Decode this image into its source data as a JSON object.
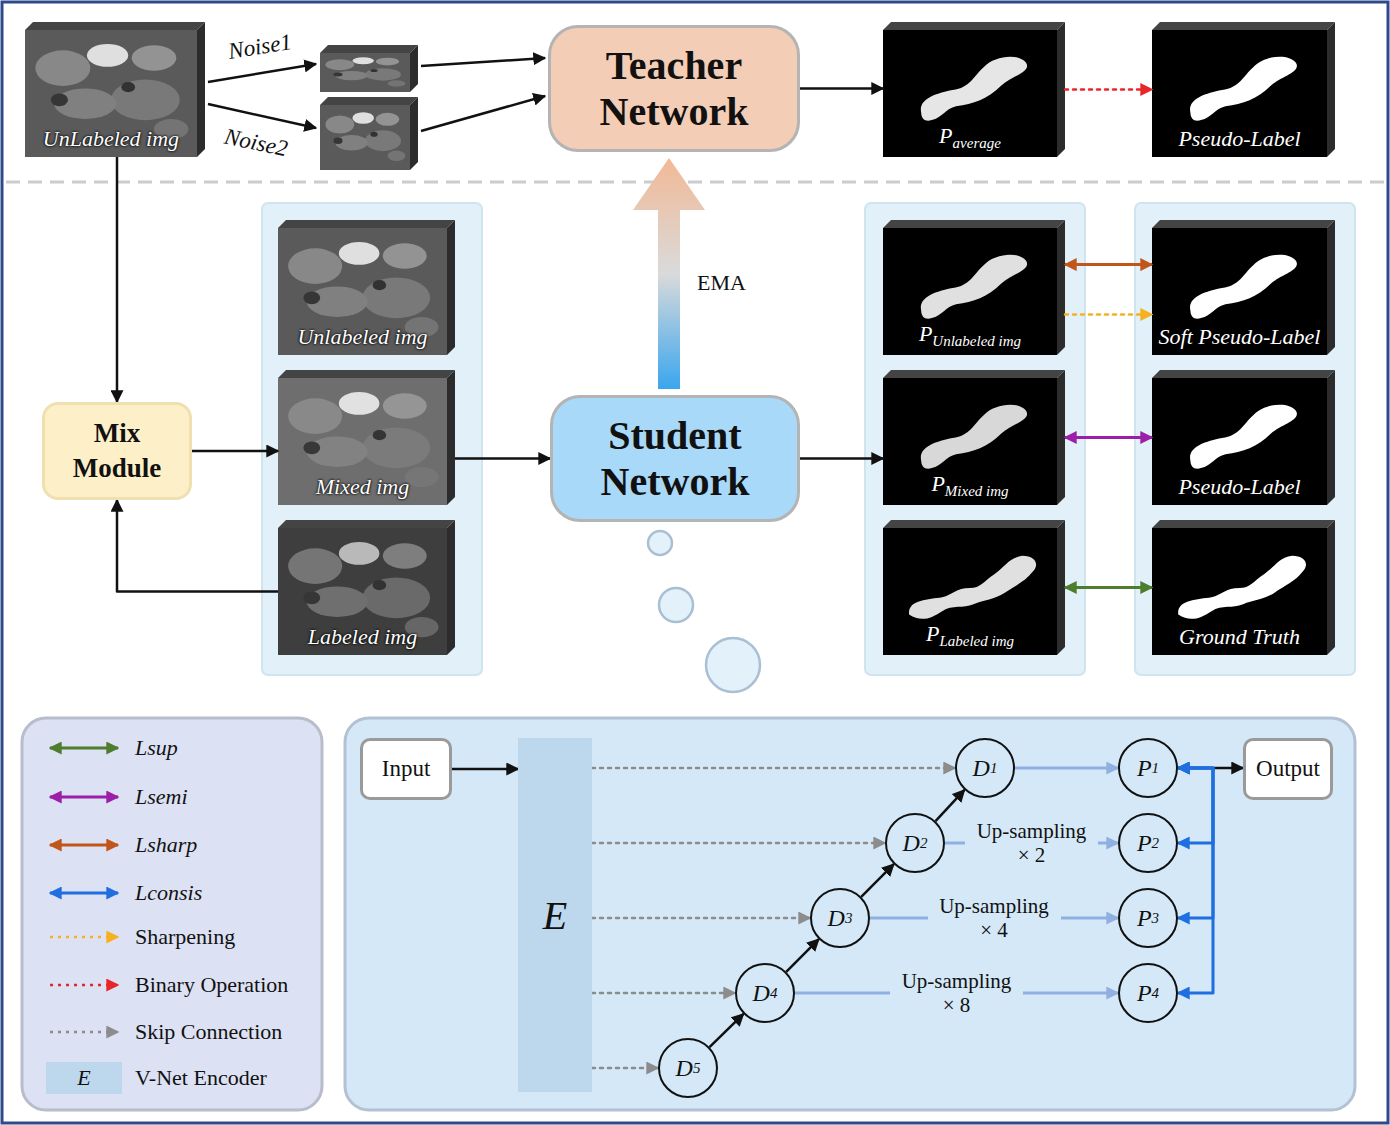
{
  "diagram": {
    "nodes": [
      {
        "text": [
          "UnLabeled img"
        ]
      },
      {
        "text": [
          "Teacher Network"
        ]
      },
      {
        "text": [
          "P",
          "average"
        ]
      },
      {
        "text": [
          "Pseudo-Label"
        ]
      },
      {
        "text": [
          "Mix Module"
        ]
      },
      {
        "text": [
          "Unlabeled img"
        ]
      },
      {
        "text": [
          "Mixed img"
        ]
      },
      {
        "text": [
          "Labeled img"
        ]
      },
      {
        "text": [
          "Student Network"
        ]
      },
      {
        "text": [
          "P",
          "Unlabeled img"
        ]
      },
      {
        "text": [
          "P",
          "Mixed img"
        ]
      },
      {
        "text": [
          "P",
          "Labeled img"
        ]
      },
      {
        "text": [
          "Soft Pseudo-Label"
        ]
      },
      {
        "text": [
          "Pseudo-Label"
        ]
      },
      {
        "text": [
          "Ground Truth"
        ]
      },
      {
        "text": [
          "Input"
        ]
      },
      {
        "text": [
          "E"
        ]
      },
      {
        "text": [
          "D",
          "1"
        ]
      },
      {
        "text": [
          "D",
          "2"
        ]
      },
      {
        "text": [
          "D",
          "3"
        ]
      },
      {
        "text": [
          "D",
          "4"
        ]
      },
      {
        "text": [
          "D",
          "5"
        ]
      },
      {
        "text": [
          "P",
          "1"
        ]
      },
      {
        "text": [
          "P",
          "2"
        ]
      },
      {
        "text": [
          "P",
          "3"
        ]
      },
      {
        "text": [
          "P",
          "4"
        ]
      },
      {
        "text": [
          "Output"
        ]
      }
    ],
    "edges": [
      {
        "from": 0,
        "to": 4,
        "arrow": "to"
      },
      {
        "from": 1,
        "to": 2,
        "arrow": "to"
      },
      {
        "from": 2,
        "to": 3,
        "arrow": "to"
      },
      {
        "from": 7,
        "to": 4,
        "arrow": "to"
      },
      {
        "from": 4,
        "to": 6,
        "arrow": "to"
      },
      {
        "from": 6,
        "to": 8,
        "arrow": "to"
      },
      {
        "from": 8,
        "to": 1,
        "label": "EMA",
        "arrow": "to"
      },
      {
        "from": 8,
        "to": 10,
        "arrow": "to"
      },
      {
        "from": 9,
        "to": 12,
        "arrow": "both"
      },
      {
        "from": 9,
        "to": 12,
        "arrow": "to"
      },
      {
        "from": 10,
        "to": 13,
        "arrow": "both"
      },
      {
        "from": 11,
        "to": 14,
        "arrow": "both"
      },
      {
        "from": 15,
        "to": 16,
        "arrow": "to"
      },
      {
        "from": 16,
        "to": 17,
        "arrow": "to"
      },
      {
        "from": 16,
        "to": 18,
        "arrow": "to"
      },
      {
        "from": 16,
        "to": 19,
        "arrow": "to"
      },
      {
        "from": 16,
        "to": 20,
        "arrow": "to"
      },
      {
        "from": 16,
        "to": 21,
        "arrow": "to"
      },
      {
        "from": 21,
        "to": 20,
        "arrow": "to"
      },
      {
        "from": 20,
        "to": 19,
        "arrow": "to"
      },
      {
        "from": 19,
        "to": 18,
        "arrow": "to"
      },
      {
        "from": 18,
        "to": 17,
        "arrow": "to"
      },
      {
        "from": 17,
        "to": 22,
        "arrow": "to"
      },
      {
        "from": 18,
        "to": 23,
        "label": "Up-sampling × 2",
        "arrow": "to"
      },
      {
        "from": 19,
        "to": 24,
        "label": "Up-sampling × 4",
        "arrow": "to"
      },
      {
        "from": 20,
        "to": 25,
        "label": "Up-sampling × 8",
        "arrow": "to"
      },
      {
        "from": 22,
        "to": 26,
        "arrow": "to"
      },
      {
        "from": 23,
        "to": 22,
        "arrow": "both"
      },
      {
        "from": 24,
        "to": 22,
        "arrow": "both"
      },
      {
        "from": 25,
        "to": 22,
        "arrow": "both"
      }
    ],
    "labels": [
      "Noise1",
      "Noise2",
      "E"
    ],
    "legend": [
      {
        "text": "Lsup"
      },
      {
        "text": "Lsemi"
      },
      {
        "text": "Lsharp"
      },
      {
        "text": "Lconsis"
      },
      {
        "text": "Sharpening"
      },
      {
        "text": "Binary Operation"
      },
      {
        "text": "Skip Connection"
      },
      {
        "text": "V-Net Encoder",
        "color": "#bdd7ec"
      }
    ]
  }
}
